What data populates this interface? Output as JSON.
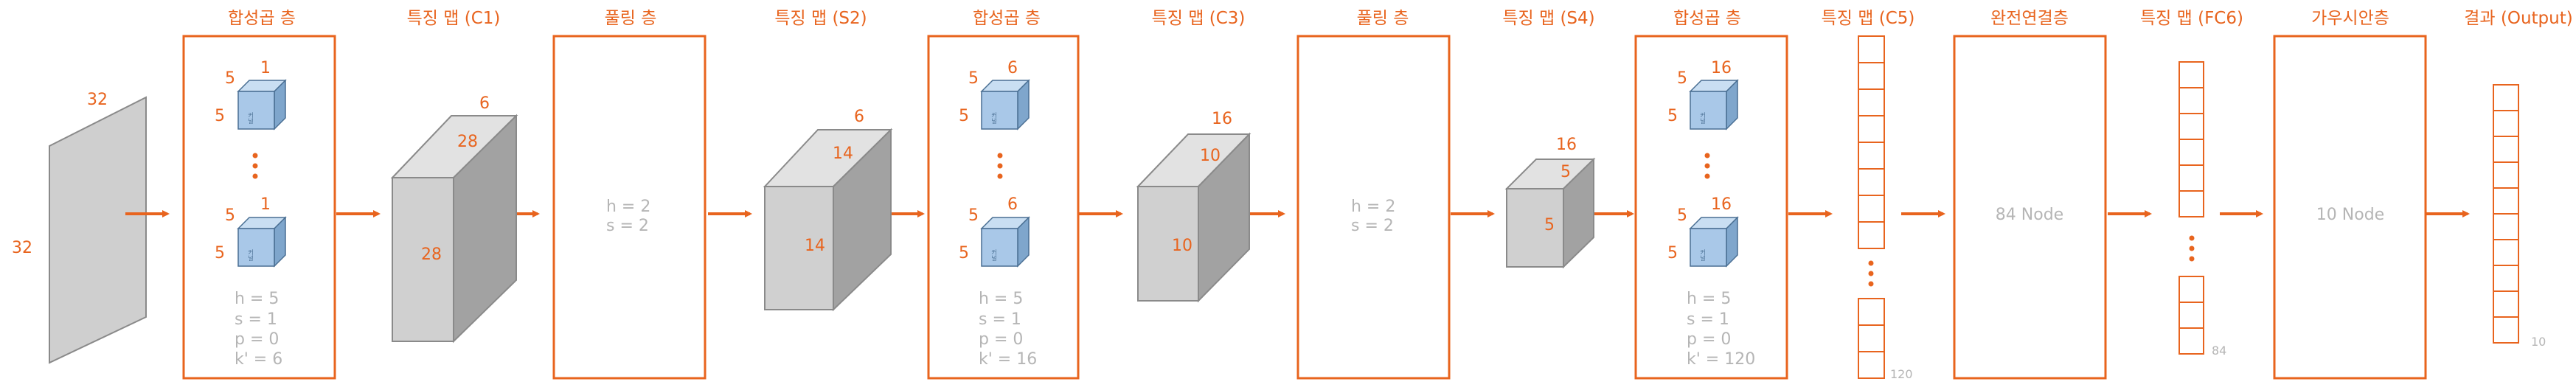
{
  "titles": {
    "conv1": "합성곱 층",
    "fm_c1": "특징 맵 (C1)",
    "pool1": "풀링 층",
    "fm_s2": "특징 맵 (S2)",
    "conv2": "합성곱 층",
    "fm_c3": "특징 맵 (C3)",
    "pool2": "풀링 층",
    "fm_s4": "특징 맵 (S4)",
    "conv3": "합성곱 층",
    "fm_c5": "특징 맵 (C5)",
    "fc": "완전연결층",
    "fm_fc6": "특징 맵 (FC6)",
    "gauss": "가우시안층",
    "output": "결과 (Output)"
  },
  "input": {
    "width": "32",
    "height": "32"
  },
  "conv1": {
    "kernel_h": "5",
    "kernel_w": "5",
    "depth_top": "1",
    "depth_bottom": "1",
    "kernel_label": "커널",
    "params": [
      "h = 5",
      "s = 1",
      "p = 0",
      "k' = 6"
    ]
  },
  "c1": {
    "channels": "6",
    "size_a": "28",
    "size_b": "28"
  },
  "pool1": {
    "params": [
      "h = 2",
      "s = 2"
    ]
  },
  "s2": {
    "channels": "6",
    "size_a": "14",
    "size_b": "14"
  },
  "conv2": {
    "kernel_h": "5",
    "kernel_w": "5",
    "depth_top": "6",
    "depth_bottom": "6",
    "kernel_label": "커널",
    "params": [
      "h = 5",
      "s = 1",
      "p = 0",
      "k' = 16"
    ]
  },
  "c3": {
    "channels": "16",
    "size_a": "10",
    "size_b": "10"
  },
  "pool2": {
    "params": [
      "h = 2",
      "s = 2"
    ]
  },
  "s4": {
    "channels": "16",
    "size_a": "5",
    "size_b": "5"
  },
  "conv3": {
    "kernel_h": "5",
    "kernel_w": "5",
    "depth_top": "16",
    "depth_bottom": "16",
    "kernel_label": "커널",
    "params": [
      "h = 5",
      "s = 1",
      "p = 0",
      "k' = 120"
    ]
  },
  "c5": {
    "count": "120"
  },
  "fc": {
    "label": "84 Node"
  },
  "fc6": {
    "count": "84"
  },
  "gauss": {
    "label": "10 Node"
  },
  "output": {
    "count": "10"
  },
  "colors": {
    "accent": "#e8641e",
    "kernel_fill": "#a9c8e8",
    "kernel_stroke": "#4a6f93",
    "feature_map": "#d0d0d0",
    "param_text": "#b5b5b5"
  }
}
